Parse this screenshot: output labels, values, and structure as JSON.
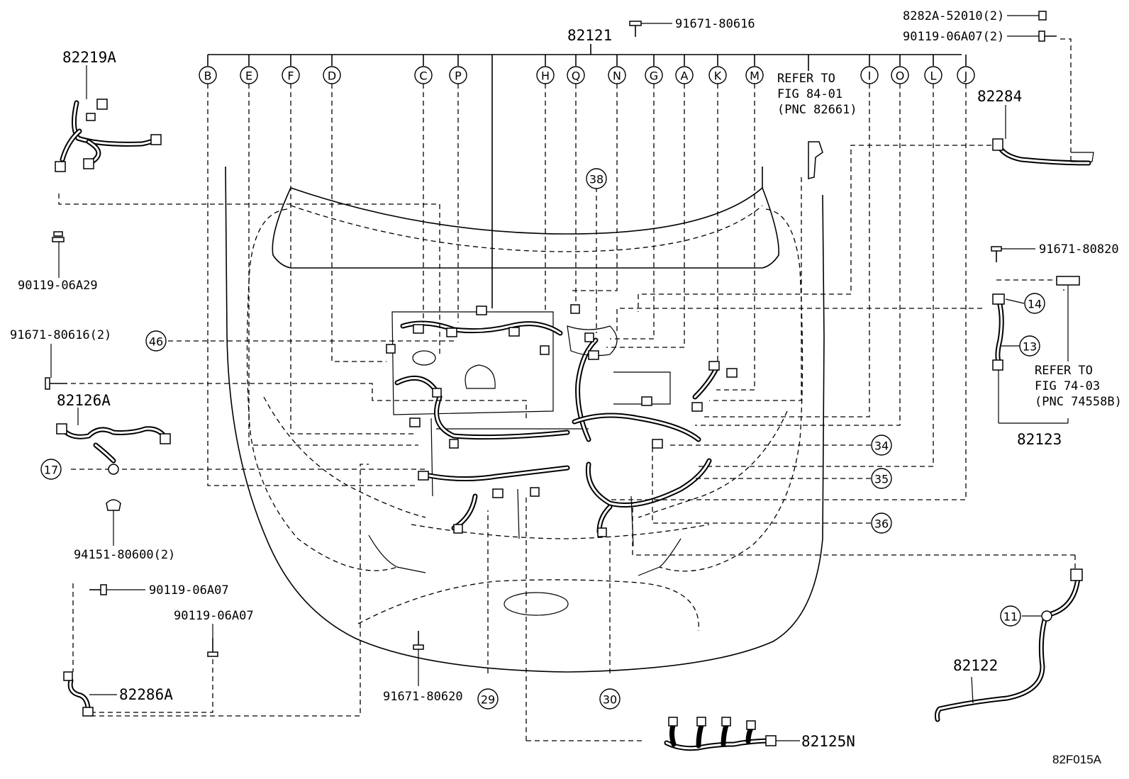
{
  "diagram": {
    "main_harness": "82121",
    "connector_letters": [
      "B",
      "E",
      "F",
      "D",
      "C",
      "P",
      "H",
      "Q",
      "N",
      "G",
      "A",
      "K",
      "M",
      "I",
      "O",
      "L",
      "J"
    ],
    "parts": {
      "p82219A": "82219A",
      "p82126A": "82126A",
      "p82286A": "82286A",
      "p82284": "82284",
      "p82123": "82123",
      "p82122": "82122",
      "p82125N": "82125N"
    },
    "fasteners": {
      "f91671_80616": "91671-80616",
      "f8282A_52010": "8282A-52010(2)",
      "f90119_06A07_2": "90119-06A07(2)",
      "f90119_06A29": "90119-06A29",
      "f91671_80616_2": "91671-80616(2)",
      "f94151_80600_2": "94151-80600(2)",
      "f90119_06A07_a": "90119-06A07",
      "f90119_06A07_b": "90119-06A07",
      "f91671_80620": "91671-80620",
      "f91671_80820": "91671-80820"
    },
    "callouts": [
      "46",
      "38",
      "17",
      "34",
      "35",
      "36",
      "14",
      "13",
      "11",
      "29",
      "30"
    ],
    "refer1": [
      "REFER TO",
      "FIG 84-01",
      "(PNC 82661)"
    ],
    "refer2": [
      "REFER TO",
      "FIG 74-03",
      "(PNC 74558B)"
    ],
    "figure_code": "82F015A"
  }
}
